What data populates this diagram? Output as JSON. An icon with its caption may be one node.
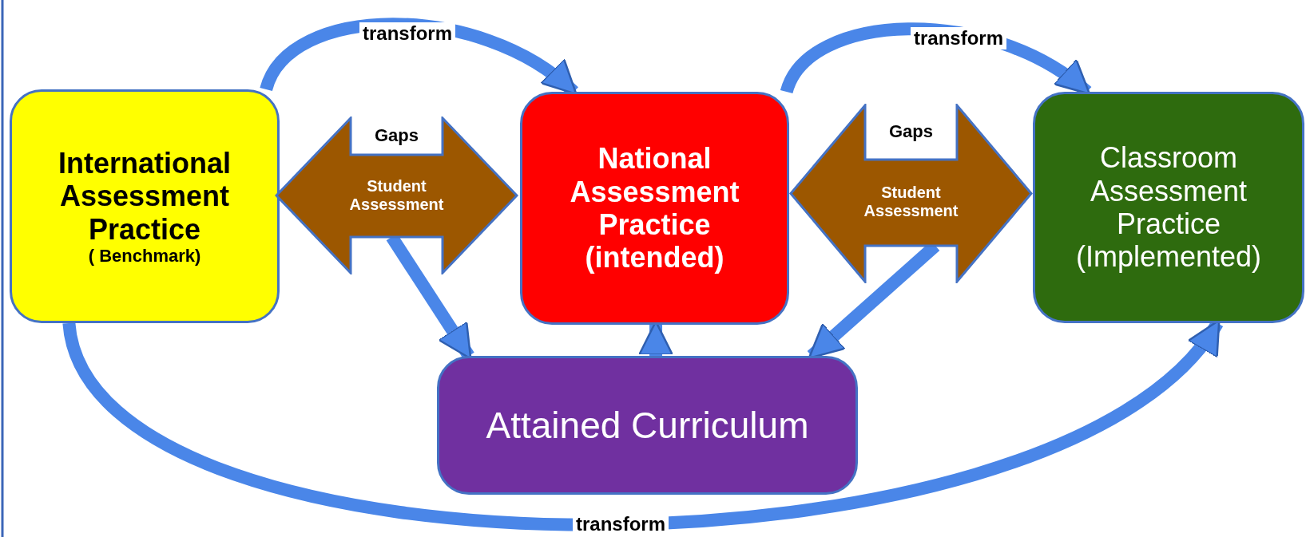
{
  "diagram": {
    "nodes": [
      {
        "text": [
          "International Assessment Practice",
          "( Benchmark)"
        ]
      },
      {
        "text": [
          "National Assessment Practice (intended)"
        ]
      },
      {
        "text": [
          "Classroom Assessment Practice (Implemented)"
        ]
      },
      {
        "text": [
          "Attained Curriculum"
        ]
      },
      {
        "text": [
          "Gaps",
          "Student Assessment"
        ]
      },
      {
        "text": [
          "Gaps",
          "Student Assessment"
        ]
      }
    ],
    "edges": [
      {
        "from": 0,
        "to": 1,
        "arrow": "to",
        "label": "transform"
      },
      {
        "from": 1,
        "to": 2,
        "arrow": "to",
        "label": "transform"
      },
      {
        "from": 0,
        "to": 2,
        "arrow": "to",
        "label": "transform"
      },
      {
        "from": 4,
        "to": 3,
        "arrow": "to"
      },
      {
        "from": 5,
        "to": 3,
        "arrow": "to"
      },
      {
        "from": 3,
        "to": 1,
        "arrow": "to"
      }
    ]
  }
}
